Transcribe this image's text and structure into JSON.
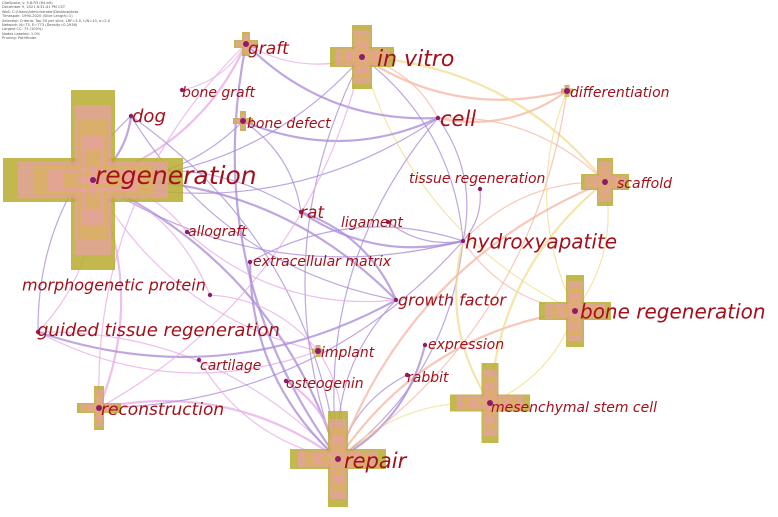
{
  "meta_lines": [
    "CiteSpace, v. 5.8.R3 (64-bit)",
    "December 9, 2021 8:31:41 PM CST",
    "WoS: C:\\Users\\Administrator\\Desktop\\data",
    "Timespan: 1990-2020 (Slice Length=1)",
    "Selection Criteria: Top 50 per slice, LRF=3.0, L/N=10, e=2.0",
    "Network: N=73, E=773 (Density=0.2936)",
    "Largest CC: 73 (100%)",
    "Nodes Labeled: 1.0%",
    "Pruning: Pathfinder"
  ],
  "colors": {
    "label": "#a4101a",
    "node_outer": "#b8ab2e",
    "node_inner": "#e7a0a6",
    "node_center": "#8e1b6a",
    "edge_purple": "#a889d6",
    "edge_pink": "#e7a9e6",
    "edge_yellow": "#f1dc8e",
    "edge_orange": "#f4b5a0"
  },
  "nodes": [
    {
      "id": "regeneration",
      "label": "regeneration",
      "cluster_size": "xl"
    },
    {
      "id": "in-vitro",
      "label": "in vitro",
      "cluster_size": "l"
    },
    {
      "id": "repair",
      "label": "repair",
      "cluster_size": "l"
    },
    {
      "id": "bone-regeneration",
      "label": "bone regeneration",
      "cluster_size": "l"
    },
    {
      "id": "mesenchymal-stem-cell",
      "label": "mesenchymal stem cell",
      "cluster_size": "m"
    },
    {
      "id": "scaffold",
      "label": "scaffold",
      "cluster_size": "m"
    },
    {
      "id": "reconstruction",
      "label": "reconstruction",
      "cluster_size": "s"
    },
    {
      "id": "graft",
      "label": "graft",
      "cluster_size": "s"
    },
    {
      "id": "bone-defect",
      "label": "bone defect",
      "cluster_size": "s"
    },
    {
      "id": "differentiation",
      "label": "differentiation",
      "cluster_size": "xs"
    },
    {
      "id": "implant",
      "label": "implant",
      "cluster_size": "xs"
    },
    {
      "id": "cell",
      "label": "cell",
      "cluster_size": "dot"
    },
    {
      "id": "hydroxyapatite",
      "label": "hydroxyapatite",
      "cluster_size": "dot"
    },
    {
      "id": "dog",
      "label": "dog",
      "cluster_size": "dot"
    },
    {
      "id": "bone-graft",
      "label": "bone graft",
      "cluster_size": "dot"
    },
    {
      "id": "tissue-regeneration",
      "label": "tissue regeneration",
      "cluster_size": "dot"
    },
    {
      "id": "rat",
      "label": "rat",
      "cluster_size": "dot"
    },
    {
      "id": "ligament",
      "label": "ligament",
      "cluster_size": "dot"
    },
    {
      "id": "allograft",
      "label": "allograft",
      "cluster_size": "dot"
    },
    {
      "id": "extracellular-matrix",
      "label": "extracellular matrix",
      "cluster_size": "dot"
    },
    {
      "id": "morphogenetic-protein",
      "label": "morphogenetic protein",
      "cluster_size": "dot"
    },
    {
      "id": "growth-factor",
      "label": "growth factor",
      "cluster_size": "dot"
    },
    {
      "id": "guided-tissue-regeneration",
      "label": "guided tissue regeneration",
      "cluster_size": "dot"
    },
    {
      "id": "expression",
      "label": "expression",
      "cluster_size": "dot"
    },
    {
      "id": "cartilage",
      "label": "cartilage",
      "cluster_size": "dot"
    },
    {
      "id": "osteogenin",
      "label": "osteogenin",
      "cluster_size": "dot"
    },
    {
      "id": "rabbit",
      "label": "rabbit",
      "cluster_size": "dot"
    }
  ]
}
